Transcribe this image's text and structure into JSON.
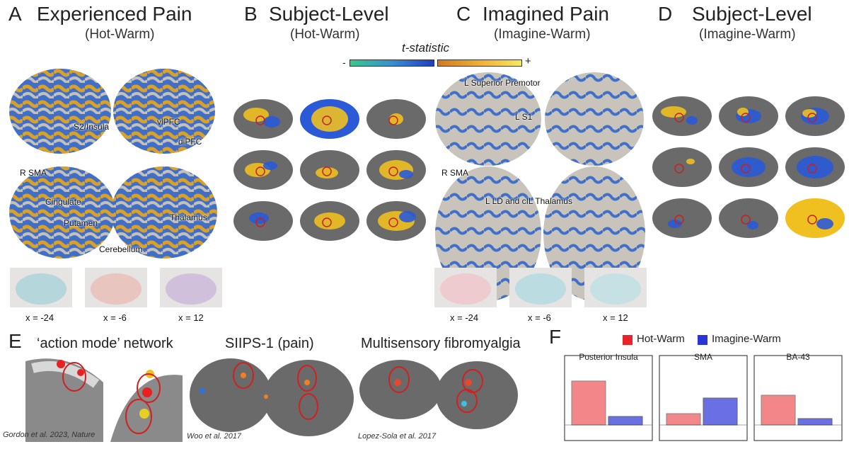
{
  "panels": {
    "A": {
      "letter": "A",
      "title": "Experienced Pain",
      "subtitle": "(Hot-Warm)",
      "labels": [
        "S2/Insula",
        "vlPFC",
        "dlPFC",
        "R SMA",
        "Cingulate",
        "Putamen",
        "Thalamus",
        "Cerebellum"
      ],
      "slices": [
        "x = -24",
        "x = -6",
        "x = 12"
      ]
    },
    "B": {
      "letter": "B",
      "title": "Subject-Level",
      "subtitle": "(Hot-Warm)"
    },
    "C": {
      "letter": "C",
      "title": "Imagined Pain",
      "subtitle": "(Imagine-Warm)",
      "labels": [
        "L Superior Premotor",
        "L S1",
        "R SMA",
        "L LD and cIL Thalamus"
      ],
      "slices": [
        "x = -24",
        "x = -6",
        "x = 12"
      ]
    },
    "D": {
      "letter": "D",
      "title": "Subject-Level",
      "subtitle": "(Imagine-Warm)"
    },
    "E": {
      "letter": "E",
      "items": [
        {
          "title": "‘action mode’ network",
          "citation": "Gordon et al. 2023, Nature"
        },
        {
          "title": "SIIPS-1 (pain)",
          "citation": "Woo et al. 2017"
        },
        {
          "title": "Multisensory fibromyalgia",
          "citation": "Lopez-Sola et al. 2017"
        }
      ]
    },
    "F": {
      "letter": "F",
      "legend": [
        {
          "label": "Hot-Warm",
          "color": "#e8242a"
        },
        {
          "label": "Imagine-Warm",
          "color": "#2a35d8"
        }
      ],
      "boxes": [
        {
          "title": "Posterior Insula",
          "hot": 0.62,
          "imagine": 0.12
        },
        {
          "title": "SMA",
          "hot": 0.16,
          "imagine": 0.38
        },
        {
          "title": "BA-43",
          "hot": 0.42,
          "imagine": 0.09
        }
      ]
    }
  },
  "colorbar": {
    "label": "t-statistic",
    "minus": "-",
    "plus": "+",
    "neg_colors": [
      "#38c88a",
      "#3a8fd0",
      "#1f3ec0"
    ],
    "pos_colors": [
      "#d07a20",
      "#f0b030",
      "#f8e860"
    ]
  }
}
